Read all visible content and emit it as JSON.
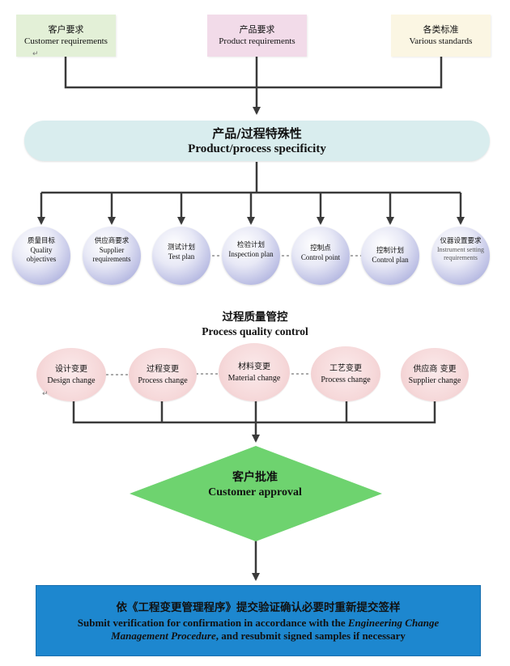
{
  "top_inputs": [
    {
      "zh": "客户要求",
      "en": "Customer requirements",
      "fill": "#e3f0d7"
    },
    {
      "zh": "产品要求",
      "en": "Product requirements",
      "fill": "#f2dbe9"
    },
    {
      "zh": "各类标准",
      "en": "Various standards",
      "fill": "#fbf6e3"
    }
  ],
  "specificity": {
    "zh": "产品/过程特殊性",
    "en": "Product/process specificity"
  },
  "planning_items": [
    {
      "zh": "质量目标",
      "en": "Quality objectives"
    },
    {
      "zh": "供应商要求",
      "en": "Supplier requirements"
    },
    {
      "zh": "测试计划",
      "en": "Test plan"
    },
    {
      "zh": "检验计划",
      "en": "Inspection plan"
    },
    {
      "zh": "控制点",
      "en": "Control point"
    },
    {
      "zh": "控制计划",
      "en": "Control plan"
    },
    {
      "zh": "仪器设置要求",
      "en": "Instrument setting requirements"
    }
  ],
  "quality_control": {
    "zh": "过程质量管控",
    "en": "Process quality control"
  },
  "changes": [
    {
      "zh": "设计变更",
      "en": "Design change"
    },
    {
      "zh": "过程变更",
      "en": "Process change"
    },
    {
      "zh": "材料变更",
      "en": "Material change"
    },
    {
      "zh": "工艺变更",
      "en": "Process change"
    },
    {
      "zh": "供应商 变更",
      "en": "Supplier change"
    }
  ],
  "approval": {
    "zh": "客户批准",
    "en": "Customer approval",
    "fill": "#6ed36f"
  },
  "final_step": {
    "zh": "依《工程变更管理程序》提交验证确认必要时重新提交签样",
    "en_before": "Submit verification for confirmation in accordance with the ",
    "en_italic": "Engineering Change Management Procedure",
    "en_after": ", and resubmit signed samples if necessary",
    "fill": "#1d87cf"
  },
  "paragraph_mark": "↵"
}
